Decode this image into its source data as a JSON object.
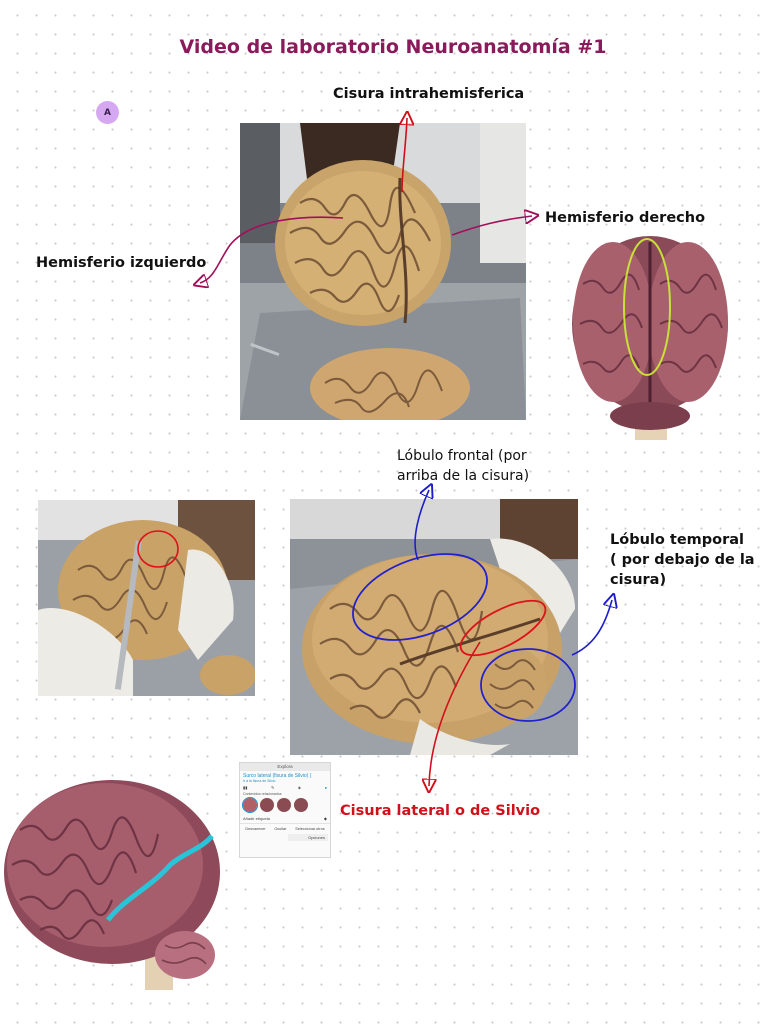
{
  "page": {
    "title": "Video de laboratorio Neuroanatomía #1",
    "badge": "A"
  },
  "labels": {
    "cisura_intrahemisferica": "Cisura intrahemisferica",
    "hemisferio_derecho": "Hemisferio derecho",
    "hemisferio_izquierdo": "Hemisferio izquierdo",
    "lobulo_frontal_line1": "Lóbulo frontal (por",
    "lobulo_frontal_line2": "arriba de la cisura)",
    "lobulo_temporal_line1": "Lóbulo temporal",
    "lobulo_temporal_line2": "( por debajo de la",
    "lobulo_temporal_line3": "cisura)",
    "cisura_lateral": "Cisura lateral o de Silvio"
  },
  "app_panel": {
    "header": "Explora",
    "title": "Surco lateral (fisura de Silvio) (",
    "subtitle": "Ir a la fisura de Silvio",
    "section": "Contenidos relacionados",
    "row_left": "Añadir etiqueta",
    "buttons": [
      "Desvanecer",
      "Ocultar",
      "Seleccionar otros"
    ],
    "options": "Opciones"
  },
  "colors": {
    "title": "#8b1a5a",
    "arrow_magenta": "#a0105a",
    "arrow_red": "#d0101a",
    "arrow_blue": "#1e1ec8",
    "ellipse_red": "#e0101a",
    "ellipse_blue": "#2222cc",
    "ellipse_yellow": "#c8e03a",
    "badge": "#d7a8f2",
    "sylvian_highlight": "#29c4d8"
  }
}
